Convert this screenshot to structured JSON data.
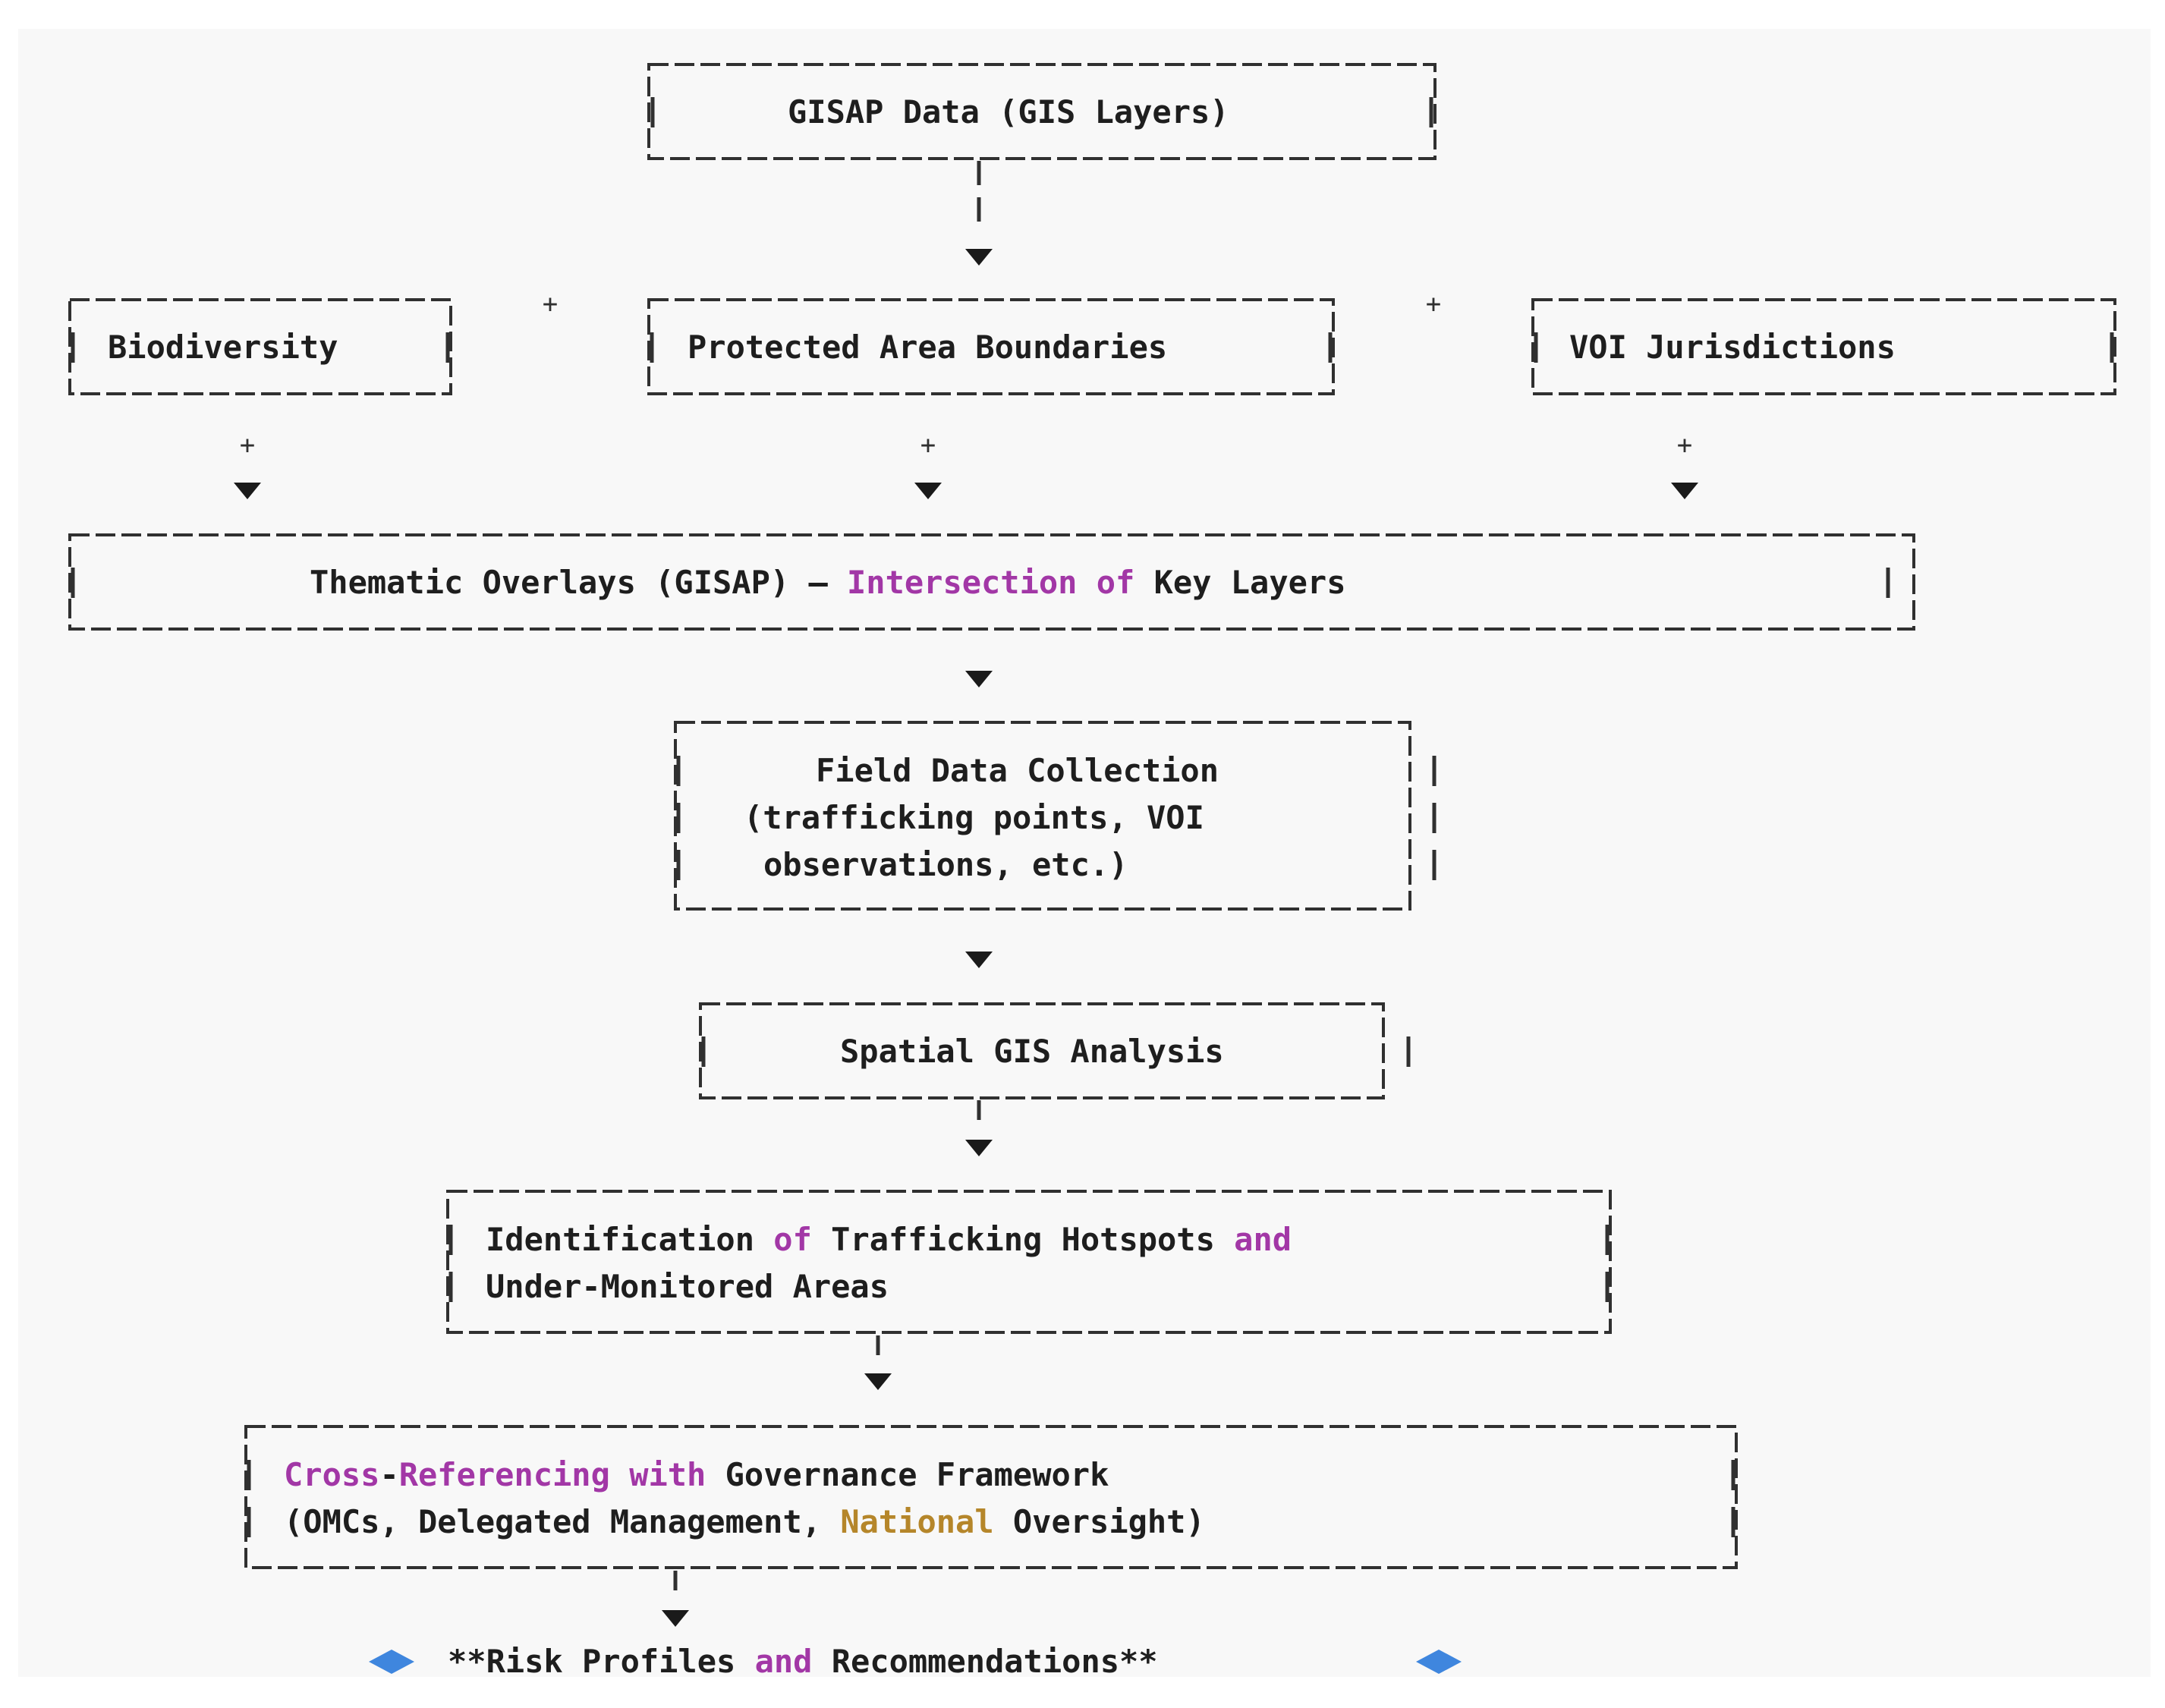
{
  "diagram": {
    "nodes": {
      "gisap_data": {
        "text": "GISAP Data (GIS Layers)"
      },
      "biodiversity": {
        "text": "Biodiversity"
      },
      "protected_areas": {
        "text": "Protected Area Boundaries"
      },
      "voi_jurisdictions": {
        "text": "VOI Jurisdictions"
      },
      "thematic_overlays": {
        "part1": "Thematic Overlays (GISAP) – ",
        "part2": "Intersection",
        "part3": " ",
        "part4": "of",
        "part5": " Key Layers"
      },
      "field_data": {
        "line1": "Field Data Collection",
        "line2": "(trafficking points, VOI",
        "line3": "observations, etc.)"
      },
      "spatial_analysis": {
        "text": "Spatial GIS Analysis"
      },
      "hotspots": {
        "line1_a": "Identification ",
        "line1_b": "of",
        "line1_c": " Trafficking Hotspots ",
        "line1_d": "and",
        "line2": "Under-Monitored Areas"
      },
      "cross_ref": {
        "line1_a": "Cross",
        "line1_b": "-",
        "line1_c": "Referencing",
        "line1_d": " ",
        "line1_e": "with",
        "line1_f": " Governance Framework",
        "line2_a": "(OMCs, Delegated Management, ",
        "line2_b": "National",
        "line2_c": " Oversight)"
      },
      "outcome": {
        "part1": "**Risk Profiles ",
        "part2": "and",
        "part3": " Recommendations**"
      }
    },
    "plus_symbol": "+",
    "colors": {
      "background": "#f8f8f8",
      "line": "#303030",
      "text": "#1e1e1e",
      "keyword_purple": "#a237a6",
      "keyword_gold": "#b5862a",
      "diamond_blue": "#3f86de"
    }
  }
}
